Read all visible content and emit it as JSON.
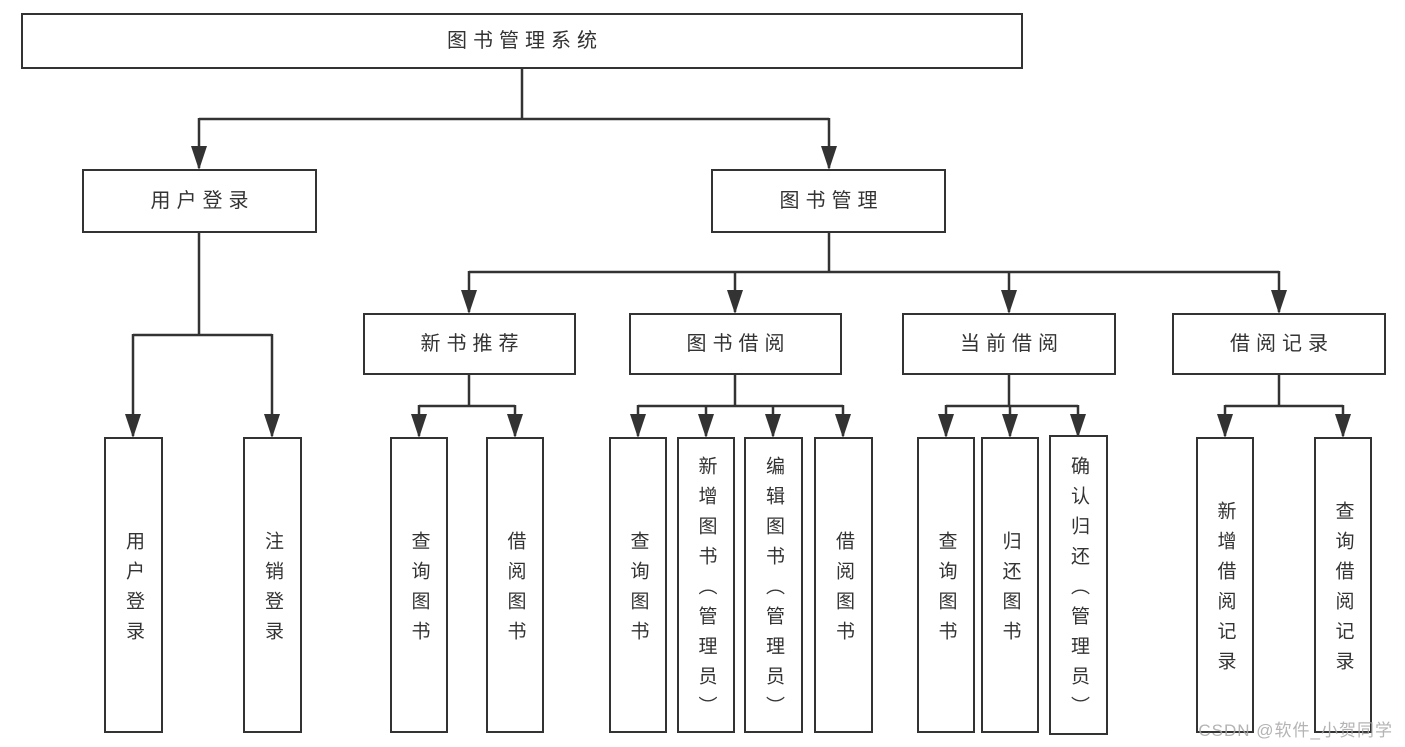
{
  "diagram_title": "图书管理系统",
  "tree": {
    "label": "图书管理系统",
    "children": [
      {
        "label": "用户登录",
        "children": [
          {
            "label": "用户登录"
          },
          {
            "label": "注销登录"
          }
        ]
      },
      {
        "label": "图书管理",
        "children": [
          {
            "label": "新书推荐",
            "children": [
              {
                "label": "查询图书"
              },
              {
                "label": "借阅图书"
              }
            ]
          },
          {
            "label": "图书借阅",
            "children": [
              {
                "label": "查询图书"
              },
              {
                "label": "新增图书（管理员）"
              },
              {
                "label": "编辑图书（管理员）"
              },
              {
                "label": "借阅图书"
              }
            ]
          },
          {
            "label": "当前借阅",
            "children": [
              {
                "label": "查询图书"
              },
              {
                "label": "归还图书"
              },
              {
                "label": "确认归还（管理员）"
              }
            ]
          },
          {
            "label": "借阅记录",
            "children": [
              {
                "label": "新增借阅记录"
              },
              {
                "label": "查询借阅记录"
              }
            ]
          }
        ]
      }
    ]
  },
  "watermark": "CSDN @软件_小贺同学",
  "colors": {
    "line": "#333333",
    "text": "#333333",
    "background": "#ffffff",
    "watermark": "#a8a6a6"
  }
}
